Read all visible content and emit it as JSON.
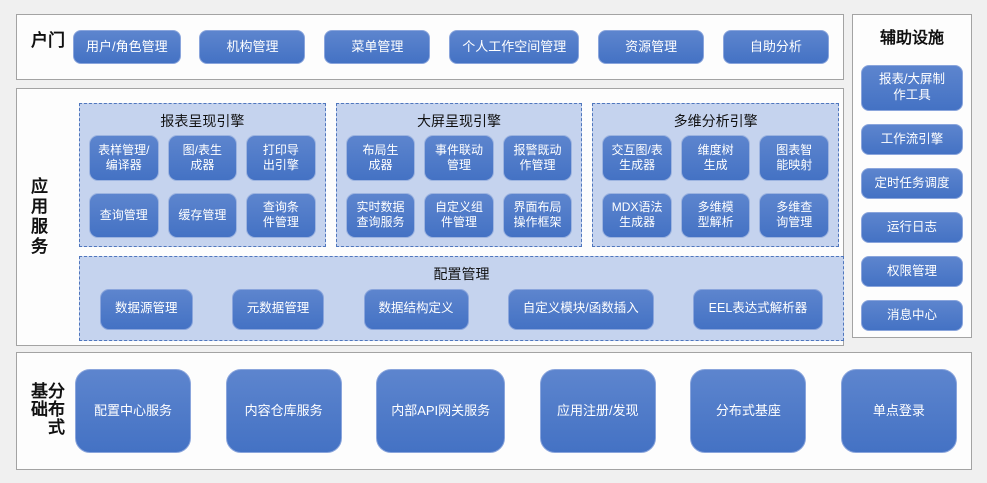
{
  "colors": {
    "button_blue": "#4472c4",
    "button_border": "#8aa5dc",
    "group_bg": "#c5d3ee",
    "group_border": "#4f76bd",
    "panel_border": "#a3a3a3",
    "page_bg": "#f0f0f0",
    "text_dark": "#111111",
    "text_light": "#ffffff"
  },
  "portal": {
    "label": "门户",
    "buttons": [
      "用户/角色管理",
      "机构管理",
      "菜单管理",
      "个人工作空间管理",
      "资源管理",
      "自助分析"
    ]
  },
  "app_services": {
    "label": "应用服务",
    "engines": [
      {
        "title": "报表呈现引擎",
        "buttons": [
          "表样管理/\n编译器",
          "图/表生\n成器",
          "打印导\n出引擎",
          "查询管理",
          "缓存管理",
          "查询条\n件管理"
        ]
      },
      {
        "title": "大屏呈现引擎",
        "buttons": [
          "布局生\n成器",
          "事件联动\n管理",
          "报警既动\n作管理",
          "实时数据\n查询服务",
          "自定义组\n件管理",
          "界面布局\n操作框架"
        ]
      },
      {
        "title": "多维分析引擎",
        "buttons": [
          "交互图/表\n生成器",
          "维度树\n生成",
          "图表智\n能映射",
          "MDX语法\n生成器",
          "多维模\n型解析",
          "多维查\n询管理"
        ]
      }
    ],
    "config": {
      "title": "配置管理",
      "buttons": [
        "数据源管理",
        "元数据管理",
        "数据结构定义",
        "自定义模块/函数插入",
        "EEL表达式解析器"
      ]
    }
  },
  "auxiliary": {
    "title": "辅助设施",
    "buttons": [
      "报表/大屏制\n作工具",
      "工作流引擎",
      "定时任务调度",
      "运行日志",
      "权限管理",
      "消息中心"
    ]
  },
  "foundation": {
    "label": "分布式基础",
    "buttons": [
      "配置中心服务",
      "内容仓库服务",
      "内部API网关服务",
      "应用注册/发现",
      "分布式基座",
      "单点登录"
    ]
  }
}
